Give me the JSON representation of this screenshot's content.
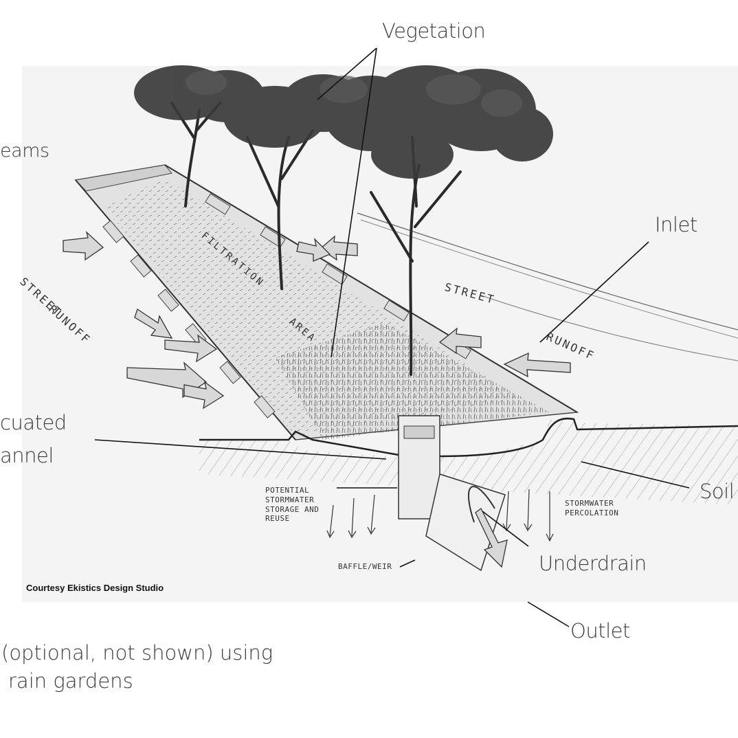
{
  "labels": {
    "vegetation": "Vegetation",
    "streams_fragment": "eams",
    "inlet": "Inlet",
    "excavated_channel_line1": "cuated",
    "excavated_channel_line2": "annel",
    "soil": "Soil",
    "underdrain": "Underdrain",
    "outlet": "Outlet"
  },
  "sketch_text": {
    "street_runoff_left_1": "STREET",
    "street_runoff_left_2": "RUNOFF",
    "street_runoff_right_1": "STREET",
    "street_runoff_right_2": "RUNOFF",
    "filtration_area_1": "FILTRATION",
    "filtration_area_2": "AREA",
    "potential_storage": [
      "POTENTIAL",
      "STORMWATER",
      "STORAGE AND",
      "REUSE"
    ],
    "stormwater_percolation": [
      "STORMWATER",
      "PERCOLATION"
    ],
    "baffle_weir": "BAFFLE/WEIR"
  },
  "credit": "Courtesy Ekistics Design Studio",
  "caption": {
    "line1": "(optional, not shown) using",
    "line2": "rain gardens"
  },
  "colors": {
    "background": "#ffffff",
    "sketch_paper": "#f4f4f4",
    "label_text": "#3c3c3c",
    "ink": "#222222",
    "foliage": "#3a3a3a"
  }
}
